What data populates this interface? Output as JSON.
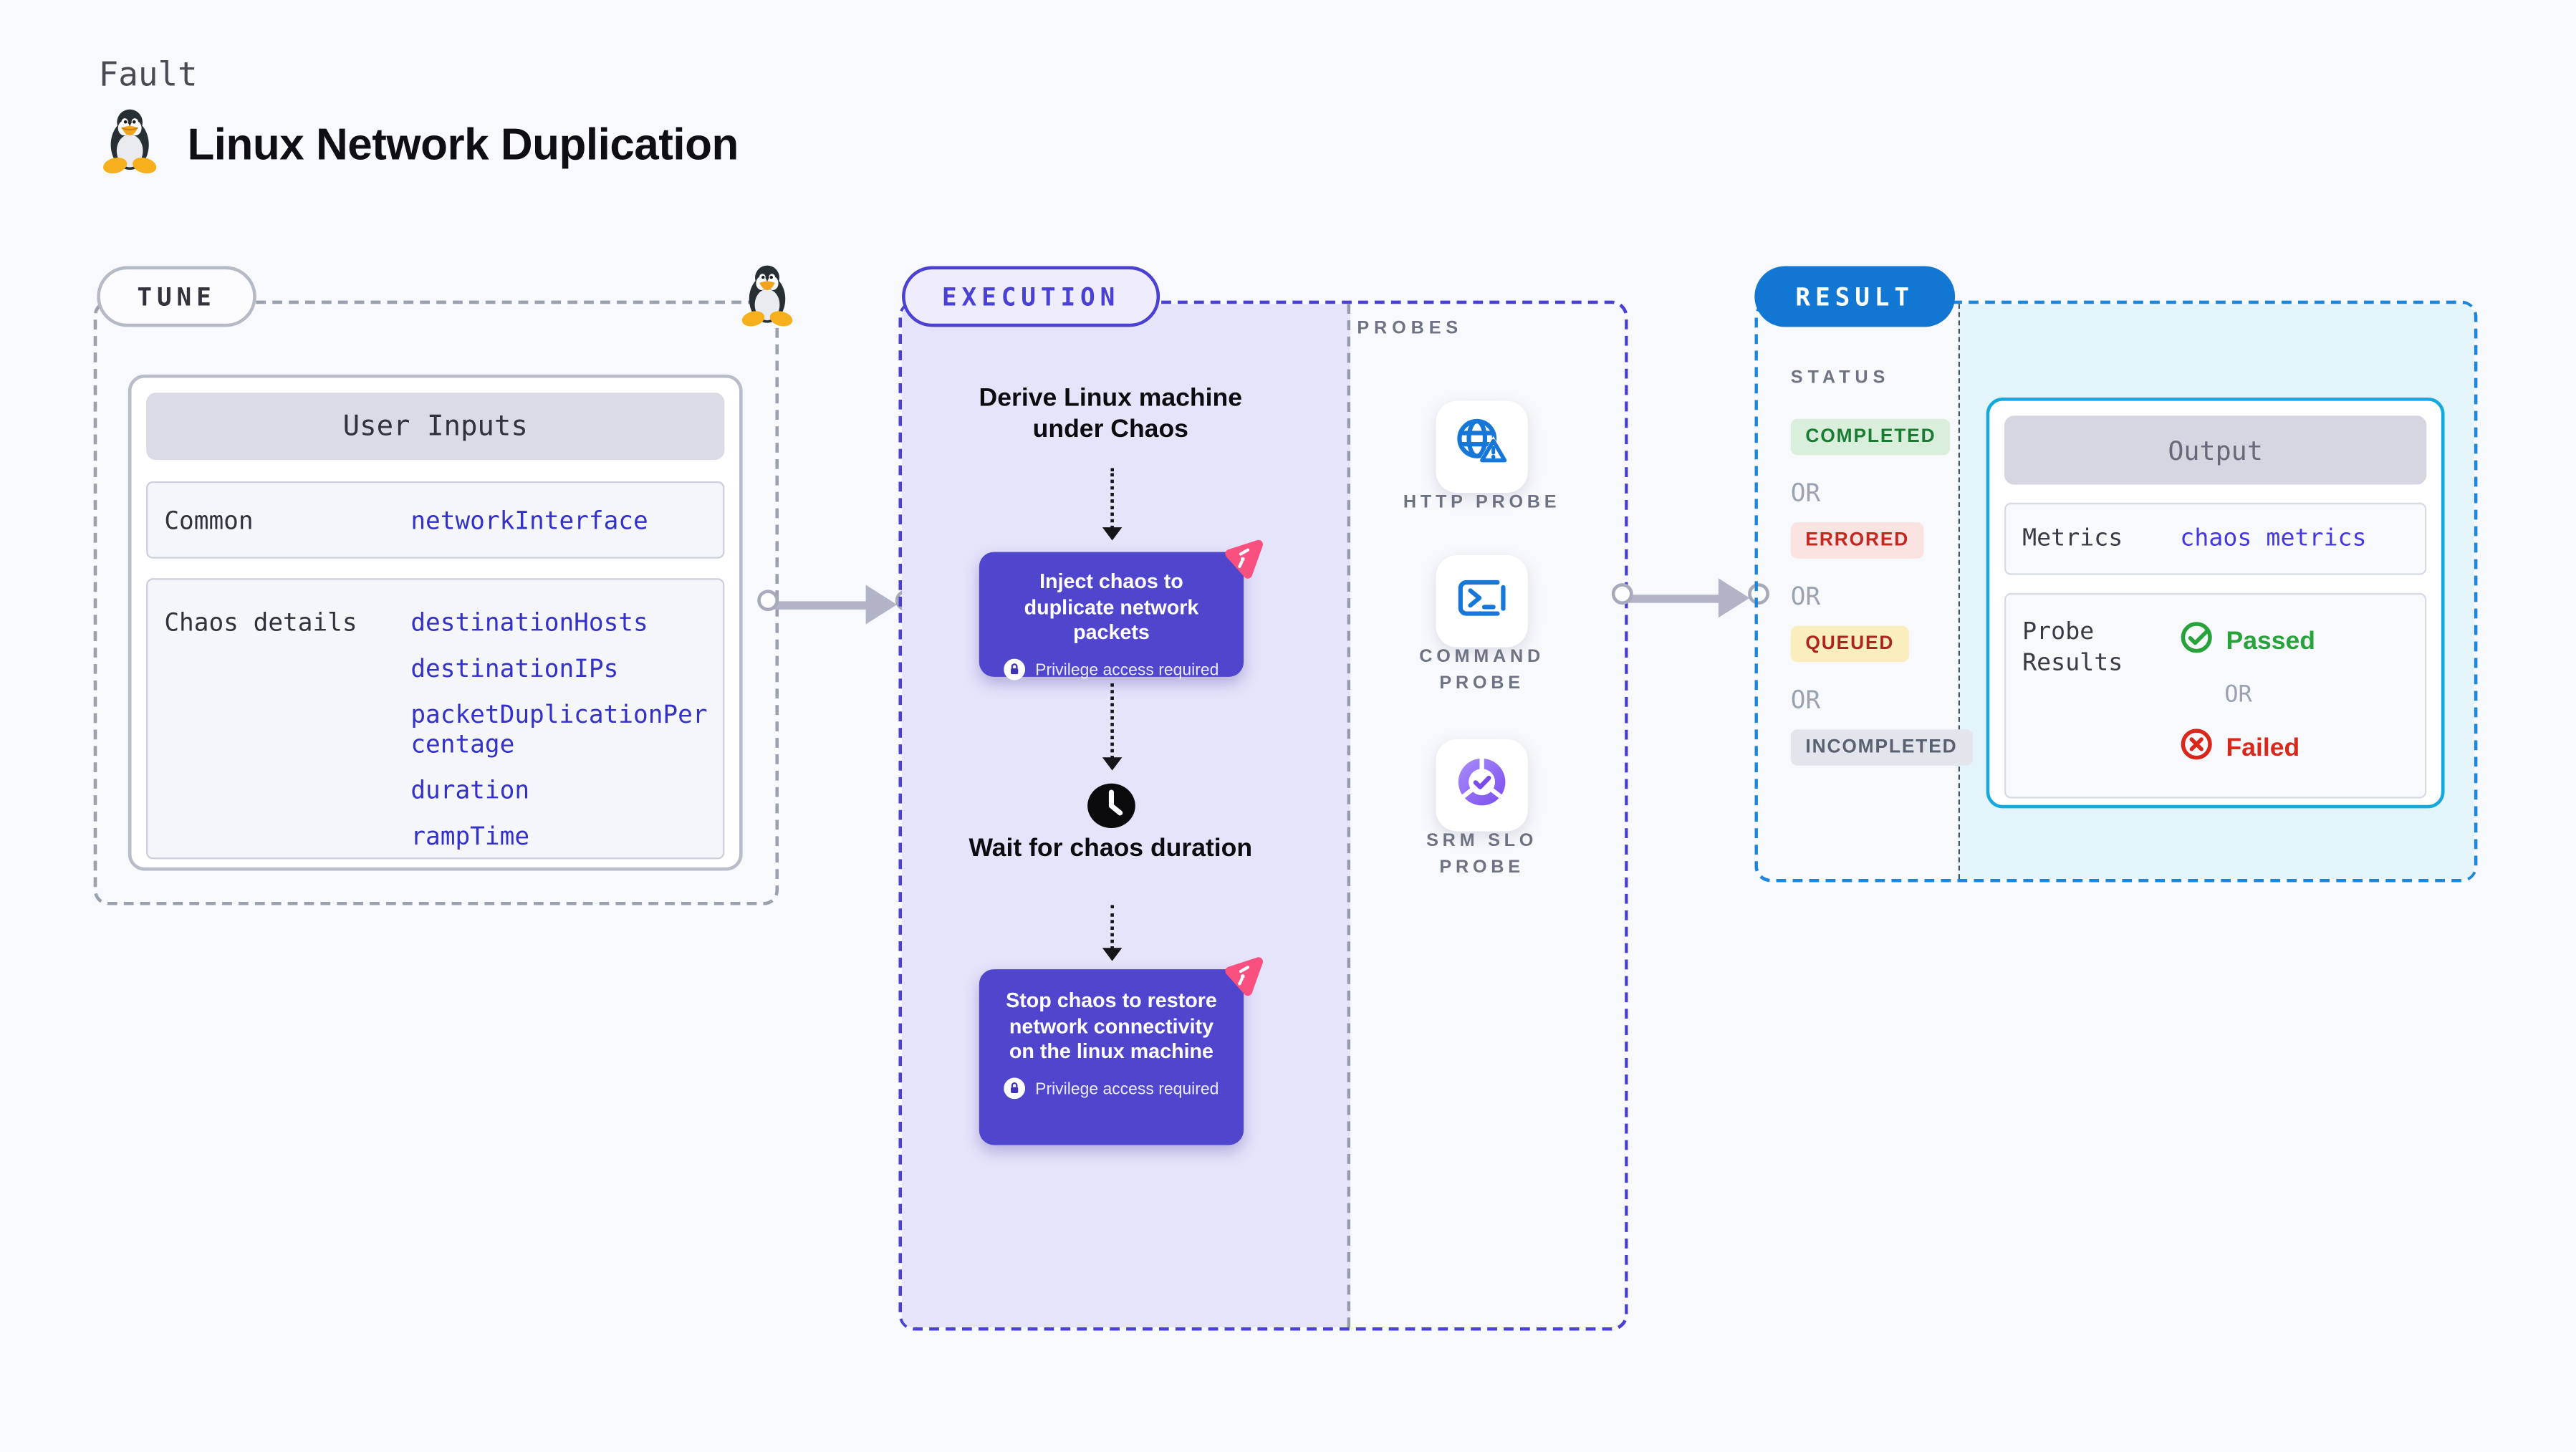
{
  "header": {
    "eyebrow": "Fault",
    "title": "Linux Network Duplication"
  },
  "tune": {
    "badge": "TUNE",
    "table_title": "User Inputs",
    "rows": [
      {
        "label": "Common",
        "values": [
          "networkInterface"
        ]
      },
      {
        "label": "Chaos details",
        "values": [
          "destinationHosts",
          "destinationIPs",
          "packetDuplicationPercentage",
          "duration",
          "rampTime"
        ]
      }
    ]
  },
  "execution": {
    "badge": "EXECUTION",
    "derive_step": "Derive Linux machine under Chaos",
    "inject_step": "Inject chaos to duplicate network packets",
    "wait_step": "Wait for chaos duration",
    "stop_step": "Stop chaos to restore network connectivity on the linux machine",
    "privilege_note": "Privilege access required"
  },
  "probes": {
    "heading": "PROBES",
    "items": [
      {
        "label": "HTTP PROBE",
        "icon": "globe-warning-icon"
      },
      {
        "label": "COMMAND PROBE",
        "icon": "terminal-icon"
      },
      {
        "label": "SRM SLO PROBE",
        "icon": "pie-check-icon"
      }
    ]
  },
  "result": {
    "badge": "RESULT",
    "status_heading": "STATUS",
    "or_label": "OR",
    "statuses": [
      {
        "label": "COMPLETED",
        "bg": "#d9efdb",
        "color": "#1a7c33"
      },
      {
        "label": "ERRORED",
        "bg": "#fbe3e1",
        "color": "#c3271f"
      },
      {
        "label": "QUEUED",
        "bg": "#faeebf",
        "color": "#ad251d"
      },
      {
        "label": "INCOMPLETED",
        "bg": "#e3e5ed",
        "color": "#596070"
      }
    ],
    "output": {
      "title": "Output",
      "metrics_label": "Metrics",
      "metrics_value": "chaos metrics",
      "probe_results_label": "Probe Results",
      "passed_label": "Passed",
      "failed_label": "Failed"
    }
  },
  "colors": {
    "page_bg": "#f8f9fc",
    "tune_dash": "#9aa0ae",
    "execution_accent": "#4a40d4",
    "execution_bg": "#e6e4fb",
    "chaos_card_bg": "#5046cd",
    "link_blue": "#3431c8",
    "metrics_link": "#4537e3",
    "result_pill": "#1276d3",
    "result_dash": "#1e86da",
    "result_bg": "#e4f4fb",
    "output_border": "#16a9dd",
    "probe_icon_blue": "#1777d8",
    "srm_purple": "#7a4cef",
    "sticker_pink": "#fa5080",
    "passed_green": "#28a23a",
    "failed_red": "#d9271b",
    "arrow_gray": "#b1b4c6"
  }
}
